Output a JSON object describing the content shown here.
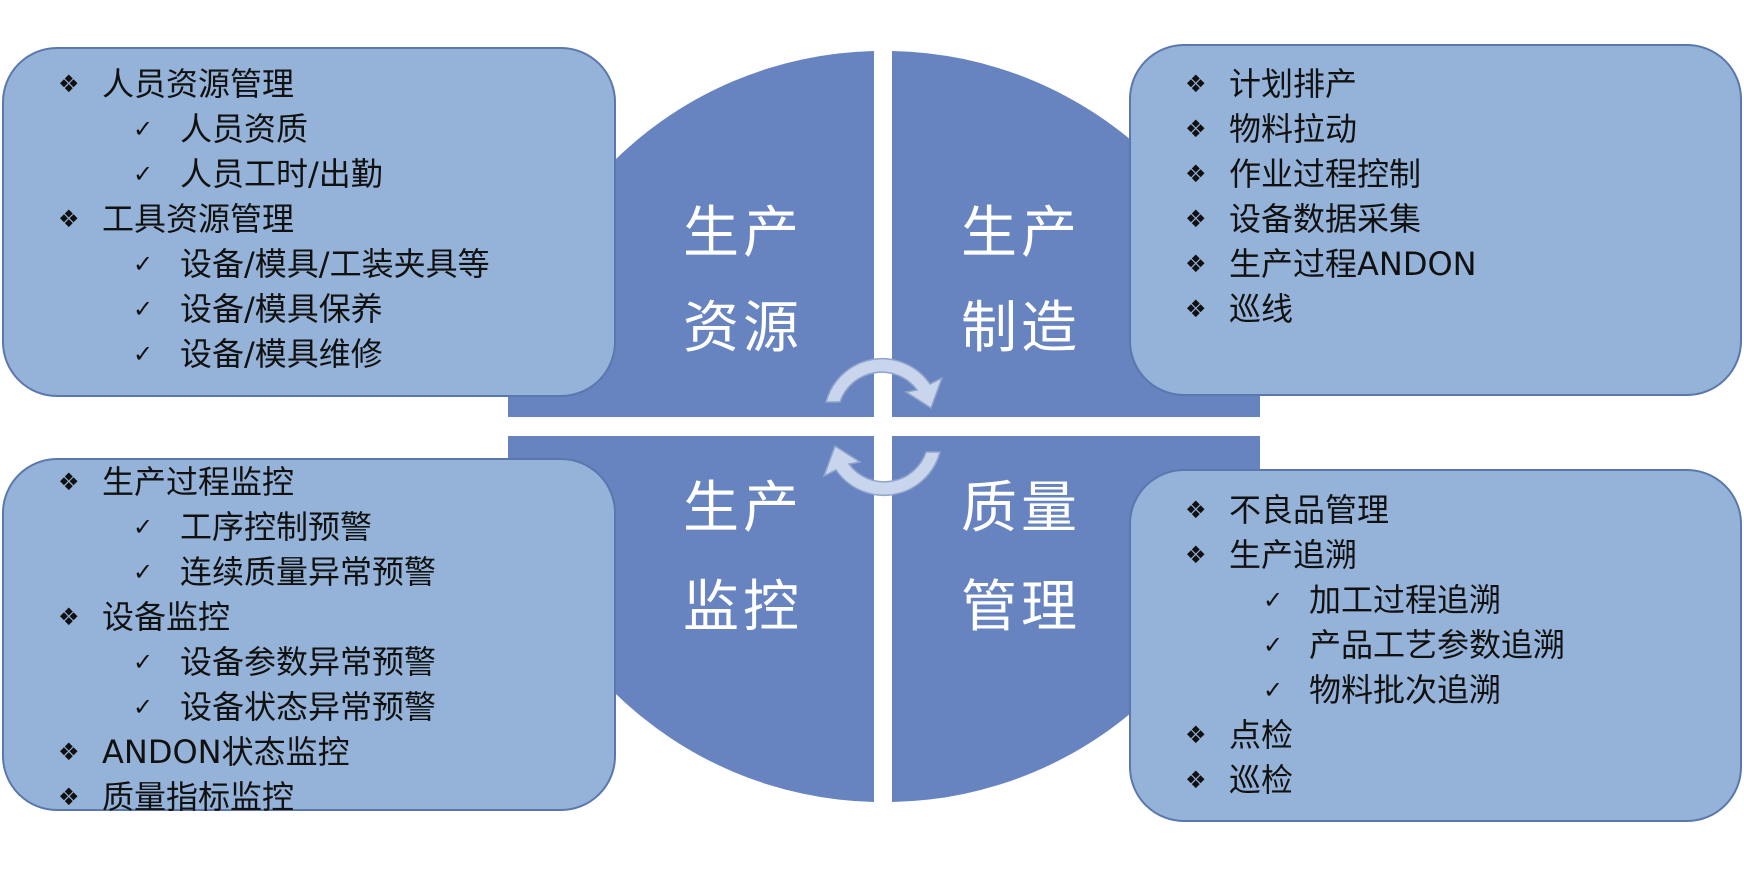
{
  "quadrants": {
    "resources": {
      "line1": "生产",
      "line2": "资源"
    },
    "manufacturing": {
      "line1": "生产",
      "line2": "制造"
    },
    "monitoring": {
      "line1": "生产",
      "line2": "监控"
    },
    "quality": {
      "line1": "质量",
      "line2": "管理"
    }
  },
  "bullet_icon": "❖",
  "check_icon": "✓",
  "colors": {
    "circle": "#6783c0",
    "box": "#95b3d8",
    "border": "#5a78ae",
    "arrow": "#c8d5ec"
  },
  "resources_list": [
    {
      "level": 1,
      "text": "人员资源管理"
    },
    {
      "level": 2,
      "text": "人员资质"
    },
    {
      "level": 2,
      "text": "人员工时/出勤"
    },
    {
      "level": 1,
      "text": "工具资源管理"
    },
    {
      "level": 2,
      "text": "设备/模具/工装夹具等"
    },
    {
      "level": 2,
      "text": "设备/模具保养"
    },
    {
      "level": 2,
      "text": "设备/模具维修"
    }
  ],
  "manufacturing_list": [
    {
      "level": 1,
      "text": "计划排产"
    },
    {
      "level": 1,
      "text": "物料拉动"
    },
    {
      "level": 1,
      "text": "作业过程控制"
    },
    {
      "level": 1,
      "text": "设备数据采集"
    },
    {
      "level": 1,
      "text": "生产过程ANDON"
    },
    {
      "level": 1,
      "text": "巡线"
    }
  ],
  "monitoring_list": [
    {
      "level": 1,
      "text": "生产过程监控"
    },
    {
      "level": 2,
      "text": "工序控制预警"
    },
    {
      "level": 2,
      "text": "连续质量异常预警"
    },
    {
      "level": 1,
      "text": "设备监控"
    },
    {
      "level": 2,
      "text": "设备参数异常预警"
    },
    {
      "level": 2,
      "text": "设备状态异常预警"
    },
    {
      "level": 1,
      "text": "ANDON状态监控"
    },
    {
      "level": 1,
      "text": "质量指标监控"
    }
  ],
  "quality_list": [
    {
      "level": 1,
      "text": "不良品管理"
    },
    {
      "level": 1,
      "text": "生产追溯"
    },
    {
      "level": 2,
      "text": "加工过程追溯"
    },
    {
      "level": 2,
      "text": "产品工艺参数追溯"
    },
    {
      "level": 2,
      "text": "物料批次追溯"
    },
    {
      "level": 1,
      "text": "点检"
    },
    {
      "level": 1,
      "text": "巡检"
    }
  ]
}
